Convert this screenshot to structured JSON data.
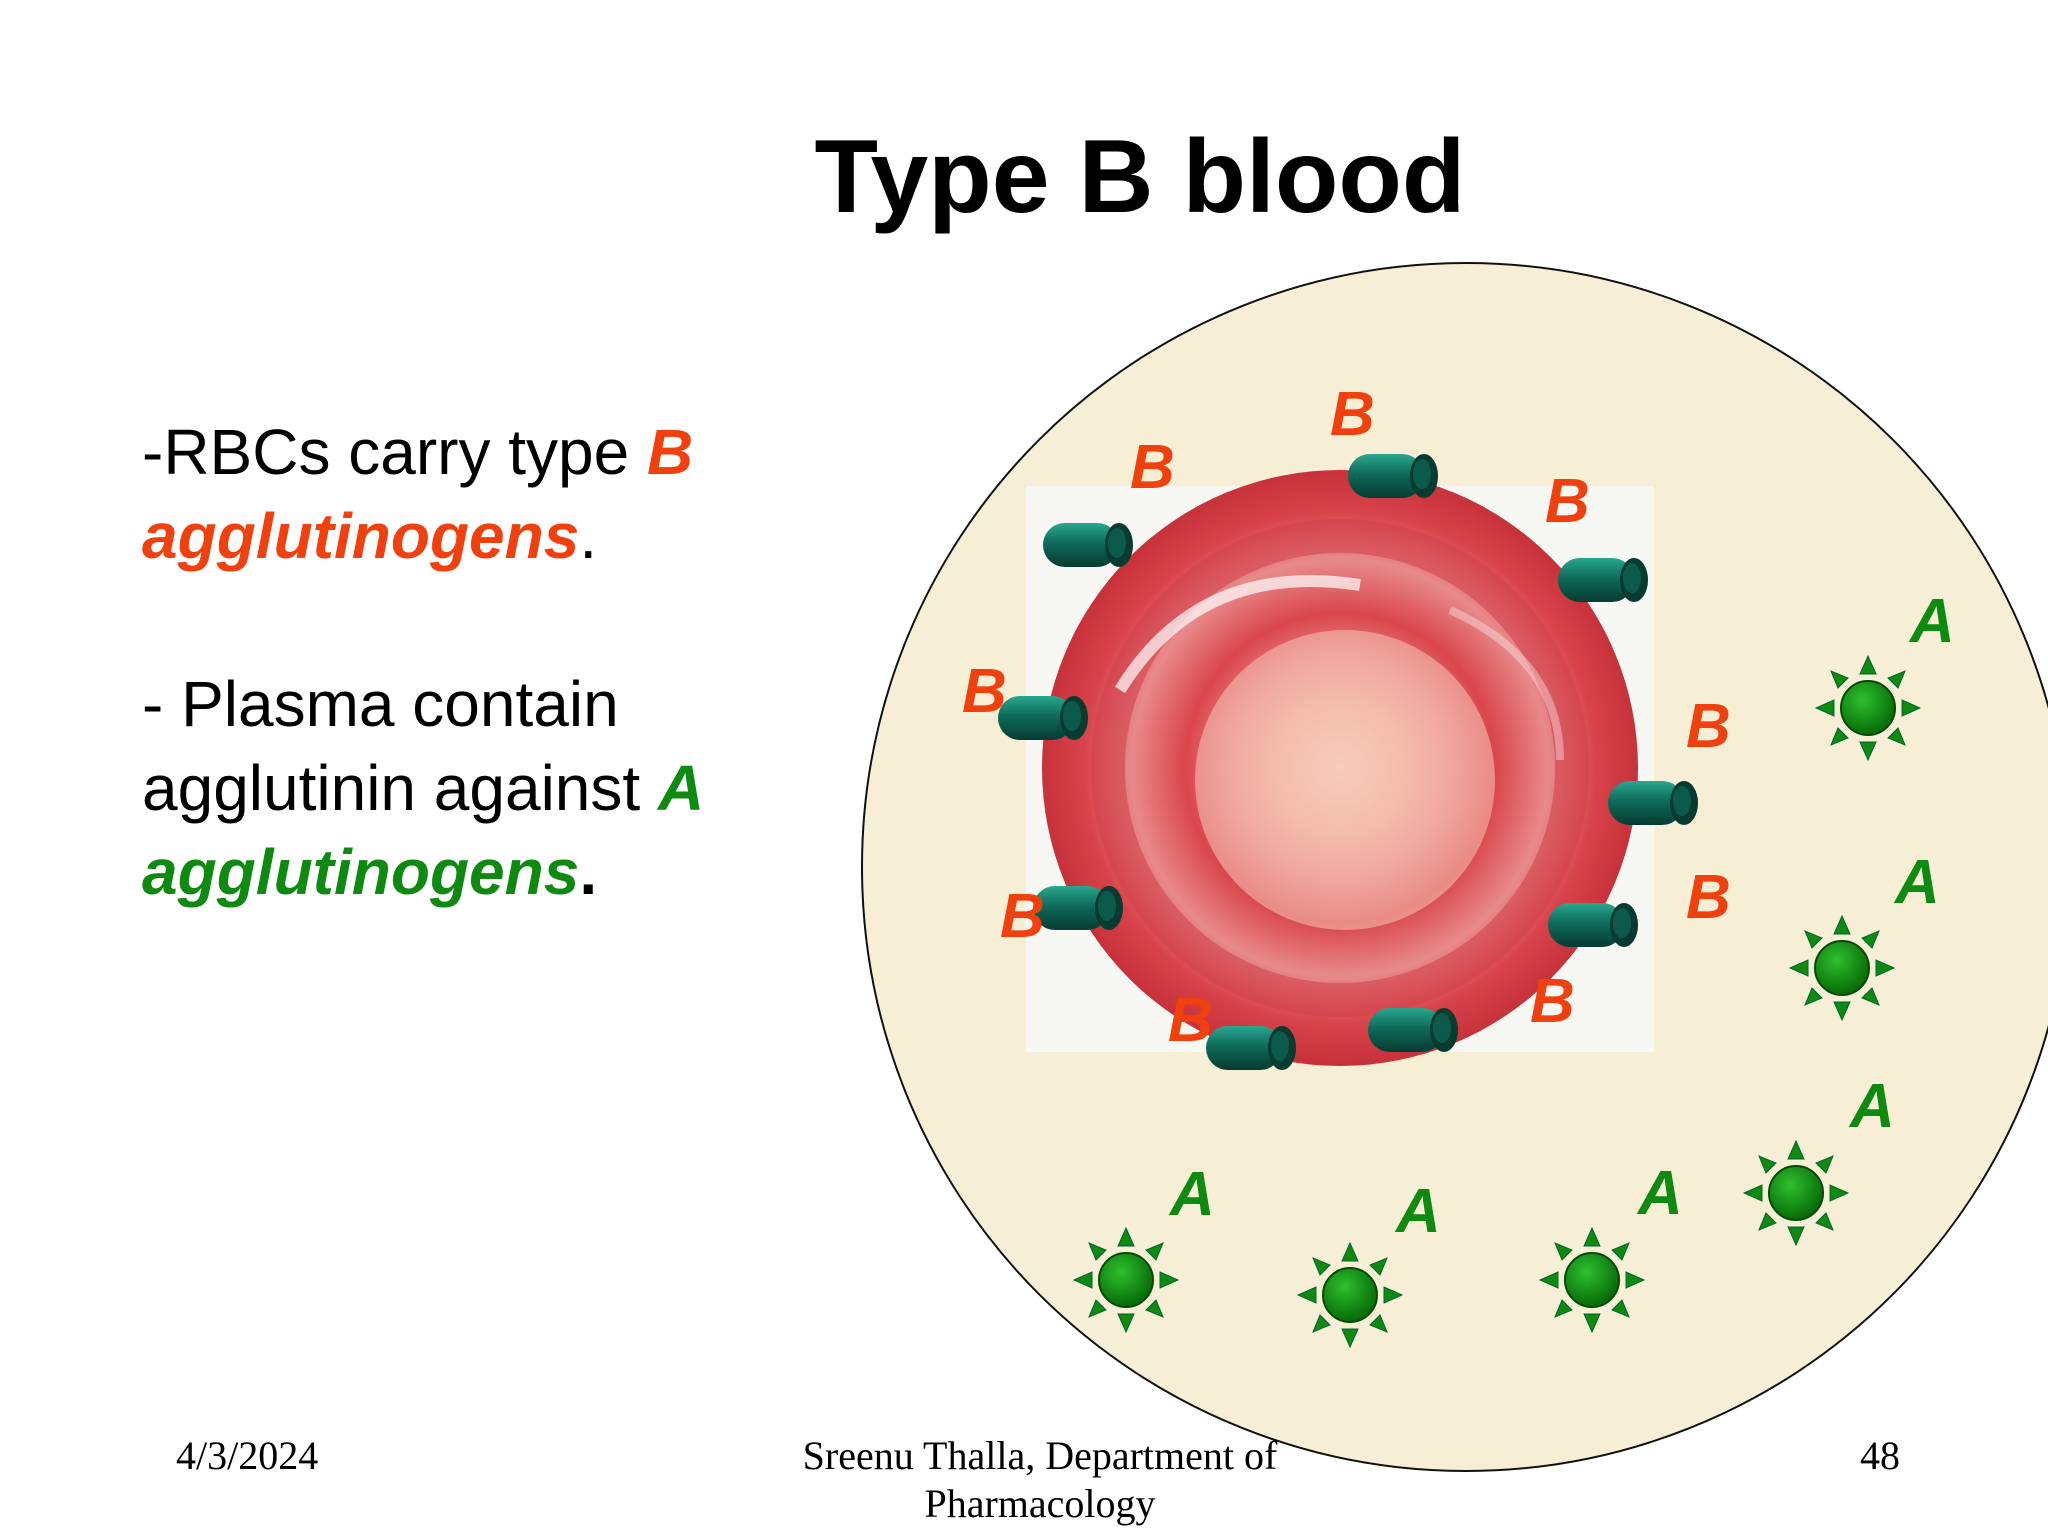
{
  "slide": {
    "title": "Type B blood",
    "bullet1": {
      "prefix": "-RBCs carry type ",
      "antigen_letter": "B",
      "space": " ",
      "antigen_word": "agglutinogens",
      "suffix": "."
    },
    "bullet2": {
      "prefix": "-  Plasma contain agglutinin against ",
      "antibody_letter": "A",
      "space": " ",
      "antibody_word": "agglutinogens",
      "suffix": "."
    }
  },
  "diagram": {
    "antigen_label": "B",
    "antibody_label": "A",
    "colors": {
      "plasma": "#f6efd6",
      "rbc": "#d9434a",
      "antigen": "#0f6b5a",
      "antibody": "#0f8a10",
      "antigen_text": "#f0400e",
      "antibody_text": "#0f8a10"
    },
    "icons": [
      "red-blood-cell",
      "antigen-cylinder",
      "antibody-star"
    ]
  },
  "footer": {
    "date": "4/3/2024",
    "author_line1": "Sreenu Thalla, Department of",
    "author_line2": "Pharmacology",
    "page_number": "48"
  }
}
